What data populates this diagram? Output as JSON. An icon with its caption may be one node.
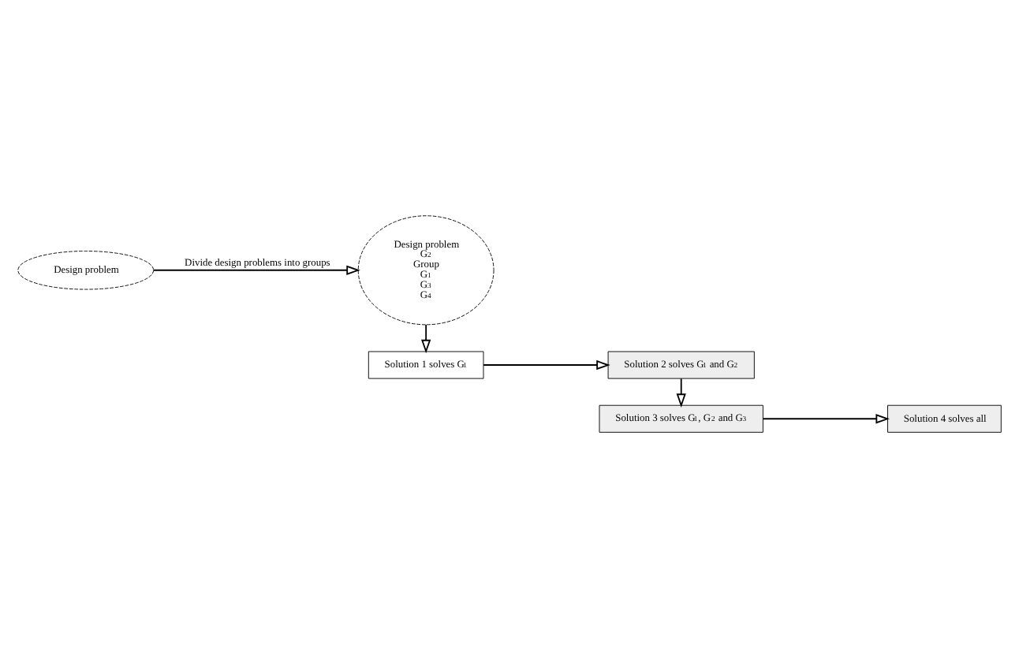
{
  "diagram": {
    "nodes": [
      {
        "text": [
          "Design problem"
        ]
      },
      {
        "text": [
          "Design problem",
          "G$_{2}$",
          "Group",
          "G$_{1}$",
          "G$_{3}$",
          "G$_{4}$"
        ]
      },
      {
        "text": [
          "Solution 1 solves G$_{1}$"
        ]
      },
      {
        "text": [
          "Solution 2 solves G$_{1}$ and G$_{2}$"
        ]
      },
      {
        "text": [
          "Solution 3 solves G$_{1}$, G$_{2}$ and G$_{3}$"
        ]
      },
      {
        "text": [
          "Solution 4 solves all"
        ]
      }
    ],
    "edges": [
      {
        "from": 0,
        "to": 1,
        "arrow": "to",
        "label": "Divide design problems into groups"
      },
      {
        "from": 1,
        "to": 2,
        "arrow": "to"
      },
      {
        "from": 2,
        "to": 3,
        "arrow": "to"
      },
      {
        "from": 3,
        "to": 4,
        "arrow": "to"
      },
      {
        "from": 4,
        "to": 5,
        "arrow": "to"
      }
    ]
  }
}
